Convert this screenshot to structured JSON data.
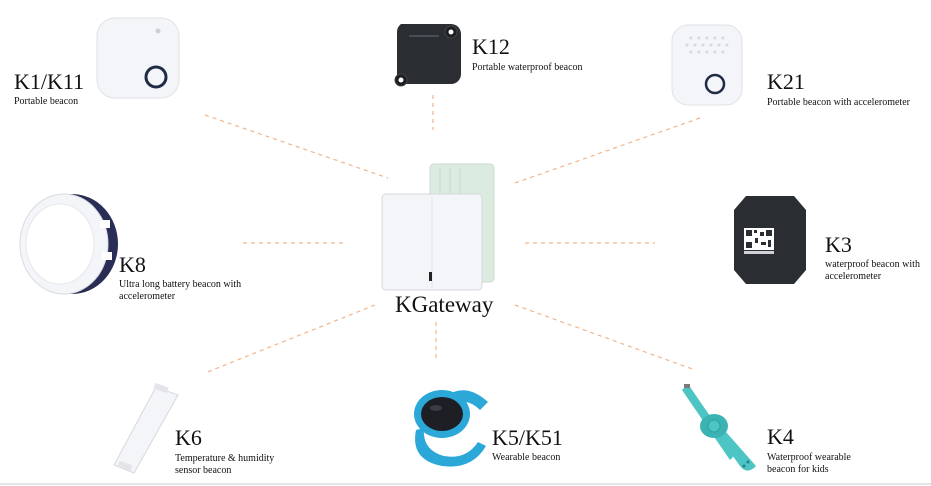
{
  "hub": {
    "name": "KGateway"
  },
  "devices": [
    {
      "id": "k1k11",
      "name": "K1/K11",
      "description": "Portable beacon",
      "icon": "white-square-tag-icon"
    },
    {
      "id": "k12",
      "name": "K12",
      "description": "Portable waterproof beacon",
      "icon": "black-rugged-tag-icon"
    },
    {
      "id": "k21",
      "name": "K21",
      "description": "Portable beacon with accelerometer",
      "icon": "white-perforated-tag-icon"
    },
    {
      "id": "k8",
      "name": "K8",
      "description": "Ultra long battery beacon with accelerometer",
      "icon": "round-puck-beacon-icon"
    },
    {
      "id": "k3",
      "name": "K3",
      "description": "waterproof beacon with accelerometer",
      "icon": "black-cube-qr-beacon-icon"
    },
    {
      "id": "k6",
      "name": "K6",
      "description": "Temperature & humidity sensor beacon",
      "icon": "long-stick-sensor-icon"
    },
    {
      "id": "k5k51",
      "name": "K5/K51",
      "description": "Wearable beacon",
      "icon": "wristband-icon"
    },
    {
      "id": "k4",
      "name": "K4",
      "description": "Waterproof wearable beacon for kids",
      "icon": "kids-wristband-icon"
    }
  ],
  "colors": {
    "connector": "#f0b48c",
    "white_device": "#f4f5f8",
    "dark_device": "#2a2d31",
    "wearable_blue": "#2ba8d8",
    "wearable_teal": "#4cc5c4",
    "gateway_back": "#dcebe0"
  }
}
